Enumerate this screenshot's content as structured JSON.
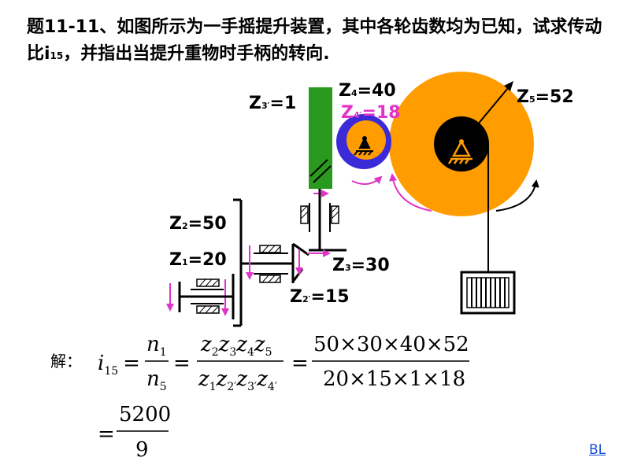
{
  "problem": {
    "prefix": "题11-11、如图所示为一手摇提升装置，其中各轮齿数均为已知，试求传动比i",
    "sub": "15",
    "suffix": "，并指出当提升重物时手柄的转向."
  },
  "gears": {
    "z1": {
      "name": "Z",
      "sub": "1",
      "value": "=20"
    },
    "z2": {
      "name": "Z",
      "sub": "2",
      "value": "=50"
    },
    "z2p": {
      "name": "Z",
      "sub": "2′",
      "value": "=15"
    },
    "z3": {
      "name": "Z",
      "sub": "3",
      "value": "=30"
    },
    "z3p": {
      "name": "Z",
      "sub": "3′",
      "value": "=1"
    },
    "z4": {
      "name": "Z",
      "sub": "4",
      "value": "=40"
    },
    "z4p": {
      "name": "Z",
      "sub": "4′",
      "value": "=18"
    },
    "z5": {
      "name": "Z",
      "sub": "5",
      "value": "=52"
    }
  },
  "solution": {
    "label": "解：",
    "lhs": {
      "i": "i",
      "i_sub": "15",
      "eq": "="
    },
    "ratio_n": {
      "num": "n",
      "num_sub": "1",
      "den": "n",
      "den_sub": "5"
    },
    "ratio_z": {
      "num": [
        {
          "z": "z",
          "s": "2"
        },
        {
          "z": "z",
          "s": "3"
        },
        {
          "z": "z",
          "s": "4"
        },
        {
          "z": "z",
          "s": "5"
        }
      ],
      "den": [
        {
          "z": "z",
          "s": "1"
        },
        {
          "z": "z",
          "s": "2′"
        },
        {
          "z": "z",
          "s": "3′"
        },
        {
          "z": "z",
          "s": "4′"
        }
      ]
    },
    "numbers": {
      "num": "50×30×40×52",
      "den": "20×15×1×18"
    },
    "result": {
      "num": "5200",
      "den": "9"
    }
  },
  "nav": {
    "link": "BL"
  },
  "colors": {
    "orange": "#ff9c00",
    "blue": "#3a2ad8",
    "green": "#2a9a1e",
    "magenta": "#e033c8",
    "black": "#000000"
  }
}
